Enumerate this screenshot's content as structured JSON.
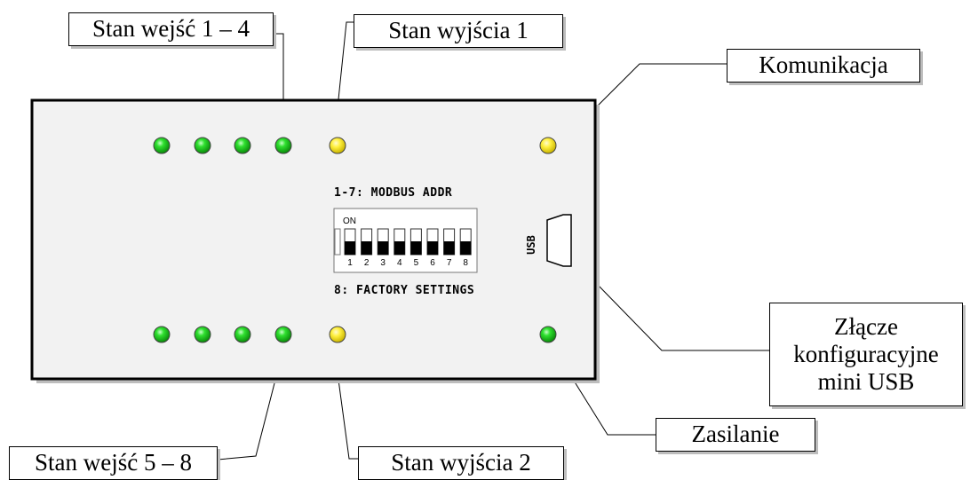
{
  "labels": {
    "inputs_1_4": "Stan wejść 1 – 4",
    "output_1": "Stan wyjścia 1",
    "communication": "Komunikacja",
    "usb_connector_line1": "Złącze",
    "usb_connector_line2": "konfiguracyjne",
    "usb_connector_line3": "mini USB",
    "power": "Zasilanie",
    "inputs_5_8": "Stan wejść 5 – 8",
    "output_2": "Stan wyjścia 2"
  },
  "device": {
    "modbus_text": "1-7: MODBUS ADDR",
    "factory_text": "8: FACTORY SETTINGS",
    "dip_on_label": "ON",
    "dip_numbers": [
      "1",
      "2",
      "3",
      "4",
      "5",
      "6",
      "7",
      "8"
    ],
    "usb_text": "USB"
  },
  "colors": {
    "led_green": "#1fcc1f",
    "led_yellow": "#f2e21a",
    "board": "#f2f2f2"
  }
}
